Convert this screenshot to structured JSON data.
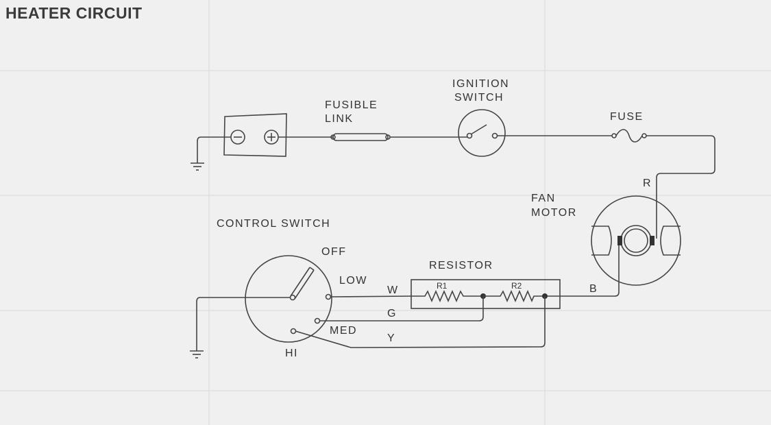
{
  "page_title": "HEATER CIRCUIT",
  "background_table": {
    "rows": [
      {
        "cause": "",
        "symptom": "",
        "remedy": ""
      },
      {
        "cause": "",
        "symptom": "",
        "remedy": ""
      },
      {
        "cause": "",
        "symptom": "",
        "remedy": ""
      }
    ]
  },
  "diagram": {
    "labels": {
      "fusible_link": [
        "FUSIBLE",
        "LINK"
      ],
      "ignition_switch": [
        "IGNITION",
        "SWITCH"
      ],
      "fuse": "FUSE",
      "fan_motor": [
        "FAN",
        "MOTOR"
      ],
      "control_switch": "CONTROL SWITCH",
      "resistor": "RESISTOR",
      "r1": "R1",
      "r2": "R2",
      "off": "OFF",
      "low": "LOW",
      "med": "MED",
      "hi": "HI",
      "wire_w": "W",
      "wire_g": "G",
      "wire_y": "Y",
      "wire_b": "B",
      "wire_r": "R"
    },
    "battery": {
      "neg": "−",
      "pos": "+"
    }
  }
}
